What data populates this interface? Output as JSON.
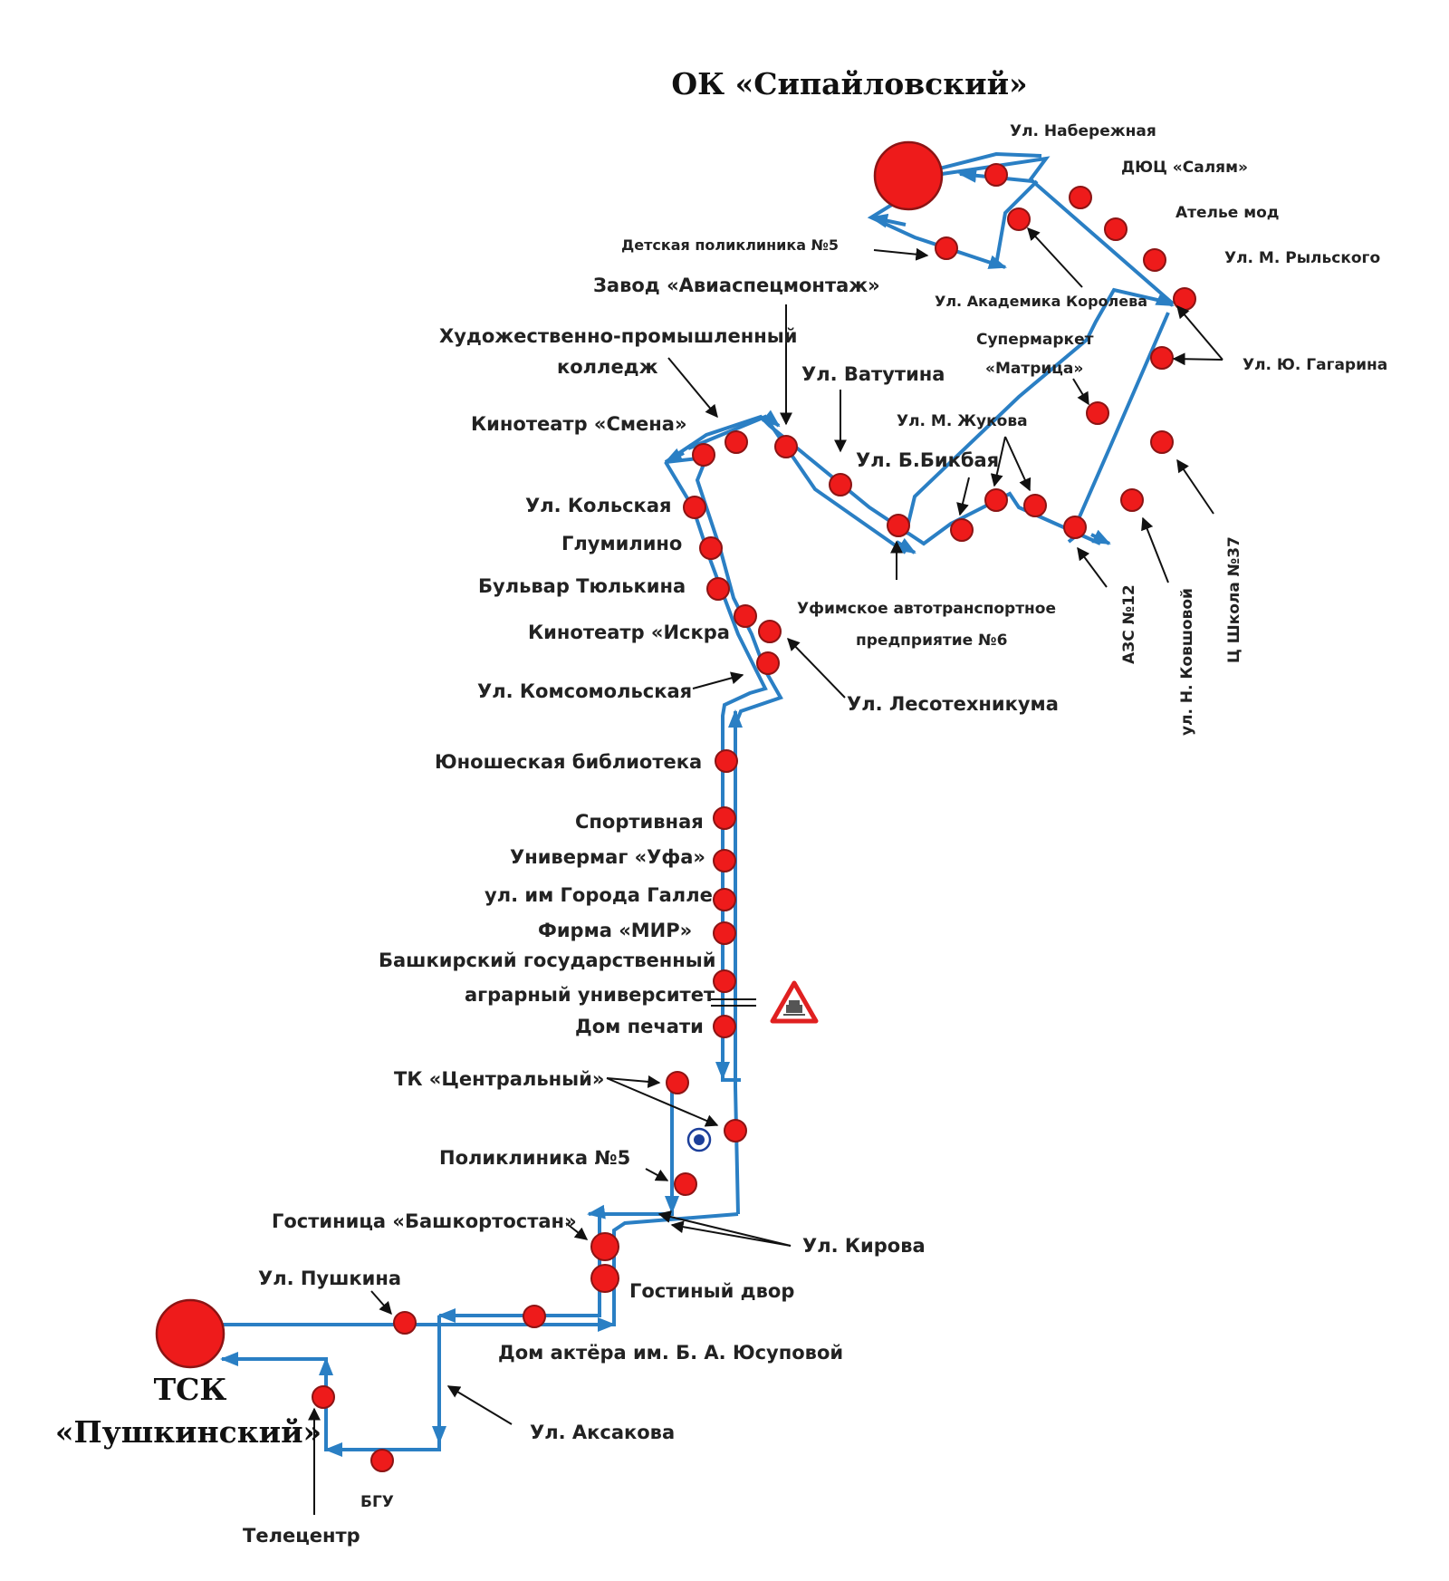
{
  "terminals": {
    "north": "ОК «Сипайловский»",
    "south_line1": "ТСК",
    "south_line2": "«Пушкинский»"
  },
  "stops": {
    "naberezhnaya": "Ул. Набережная",
    "salyam": "ДЮЦ «Салям»",
    "atelie": "Ателье мод",
    "rylskogo": "Ул. М. Рыльского",
    "detskaya_poliklinika": "Детская поликлиника №5",
    "koroleva": "Ул. Академика Королева",
    "aviaspec": "Завод «Авиаспецмонтаж»",
    "khud_kolledzh_1": "Художественно-промышленный",
    "khud_kolledzh_2": "колледж",
    "supermarket_1": "Супермаркет",
    "supermarket_2": "«Матрица»",
    "gagarina": "Ул. Ю. Гагарина",
    "vatutina": "Ул. Ватутина",
    "zhukova": "Ул. М. Жукова",
    "smena": "Кинотеатр «Смена»",
    "bikbaya": "Ул. Б.Бикбая",
    "kolskaya": "Ул. Кольская",
    "glumilino": "Глумилино",
    "tyulkina": "Бульвар Тюлькина",
    "atp_1": "Уфимское автотранспортное",
    "atp_2": "предприятие №6",
    "azs": "АЗС №12",
    "kovshovoy": "ул. Н. Ковшовой",
    "shkola": "Ц Школа №37",
    "iskra": "Кинотеатр «Искра",
    "komsomolskaya": "Ул. Комсомольская",
    "lesotekhnikuma": "Ул. Лесотехникума",
    "biblioteka": "Юношеская библиотека",
    "sportivnaya": "Спортивная",
    "univermag": "Универмаг «Уфа»",
    "galle": "ул. им Города Галле",
    "mir": "Фирма «МИР»",
    "agrar_1": "Башкирский государственный",
    "agrar_2": "аграрный университет",
    "dom_pechati": "Дом печати",
    "tk_centralny": "ТК «Центральный»",
    "poliklinika5": "Поликлиника №5",
    "gostinica": "Гостиница «Башкортостан»",
    "kirova": "Ул. Кирова",
    "gostiny_dvor": "Гостиный двор",
    "pushkina": "Ул. Пушкина",
    "dom_aktera": "Дом актёра им. Б. А. Юсуповой",
    "aksakova": "Ул. Аксакова",
    "bgu": "БГУ",
    "telecentr": "Телецентр"
  },
  "colors": {
    "route": "#2a7fc4",
    "stop": "#ee1b1b",
    "warning": "#e02020"
  },
  "icons": {
    "railway_crossing": "railway-crossing-warning-icon",
    "metro_marker": "circle-marker-icon"
  }
}
